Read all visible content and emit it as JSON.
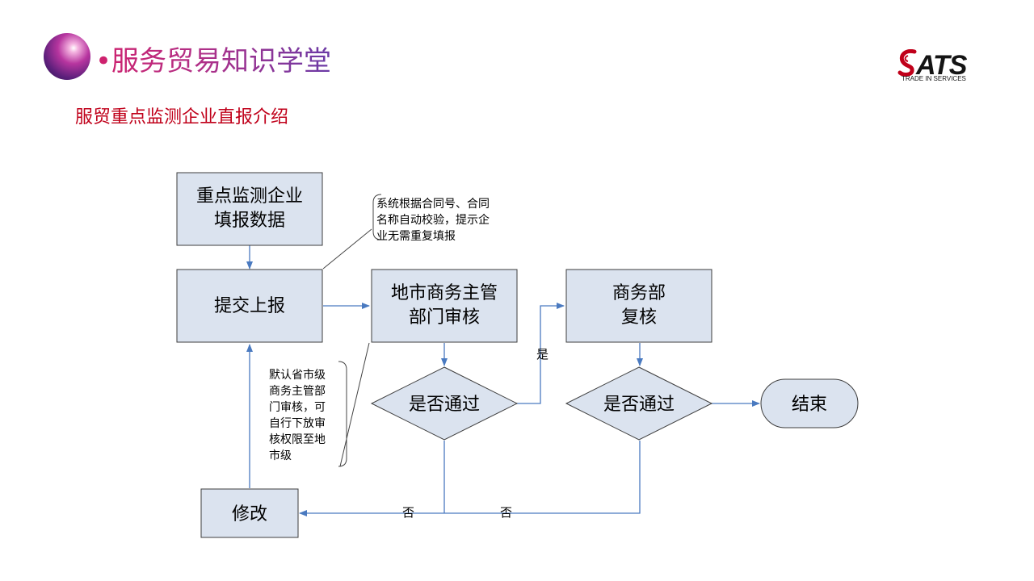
{
  "header": {
    "title": "•服务贸易知识学堂",
    "logo_text": "ATS",
    "logo_subtext": "TRADE IN SERVICES"
  },
  "subtitle": "服贸重点监测企业直报介绍",
  "colors": {
    "node_fill": "#dbe3ef",
    "node_stroke": "#3c3c3c",
    "connector": "#4a7ac0",
    "title_red": "#c0001a"
  },
  "flowchart": {
    "nodes": {
      "fill_data": [
        "重点监测企业",
        "填报数据"
      ],
      "submit": [
        "提交上报"
      ],
      "city_review": [
        "地市商务主管",
        "部门审核"
      ],
      "decision1": [
        "是否通过"
      ],
      "ministry_review": [
        "商务部",
        "复核"
      ],
      "decision2": [
        "是否通过"
      ],
      "end": [
        "结束"
      ],
      "modify": [
        "修改"
      ]
    },
    "notes": {
      "system_check": [
        "系统根据合同号、合同",
        "名称自动校验，提示企",
        "业无需重复填报"
      ],
      "default_review": [
        "默认省市级",
        "商务主管部",
        "门审核，可",
        "自行下放审",
        "核权限至地",
        "市级"
      ]
    },
    "edge_labels": {
      "yes": "是",
      "no_left": "否",
      "no_right": "否"
    }
  }
}
